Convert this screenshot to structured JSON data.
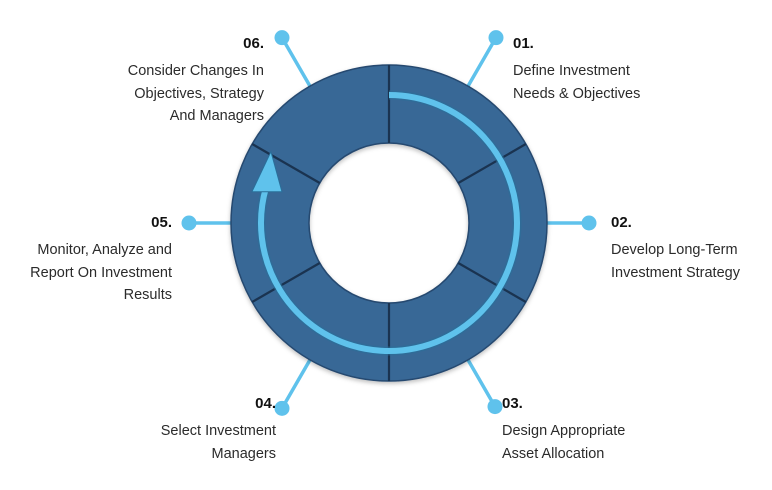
{
  "colors": {
    "ring_fill": "#386796",
    "ring_edge": "#25496f",
    "divider": "#1a3350",
    "arrow": "#5fc2ec",
    "connector": "#5fc2ec",
    "text": "#2b2b2b"
  },
  "steps": [
    {
      "number": "01.",
      "label": "Define Investment\nNeeds & Objectives"
    },
    {
      "number": "02.",
      "label": "Develop Long-Term\nInvestment Strategy"
    },
    {
      "number": "03.",
      "label": "Design Appropriate\nAsset Allocation"
    },
    {
      "number": "04.",
      "label": "Select Investment\nManagers"
    },
    {
      "number": "05.",
      "label": "Monitor, Analyze and\nReport On Investment\nResults"
    },
    {
      "number": "06.",
      "label": "Consider Changes In\nObjectives, Strategy\nAnd Managers"
    }
  ]
}
